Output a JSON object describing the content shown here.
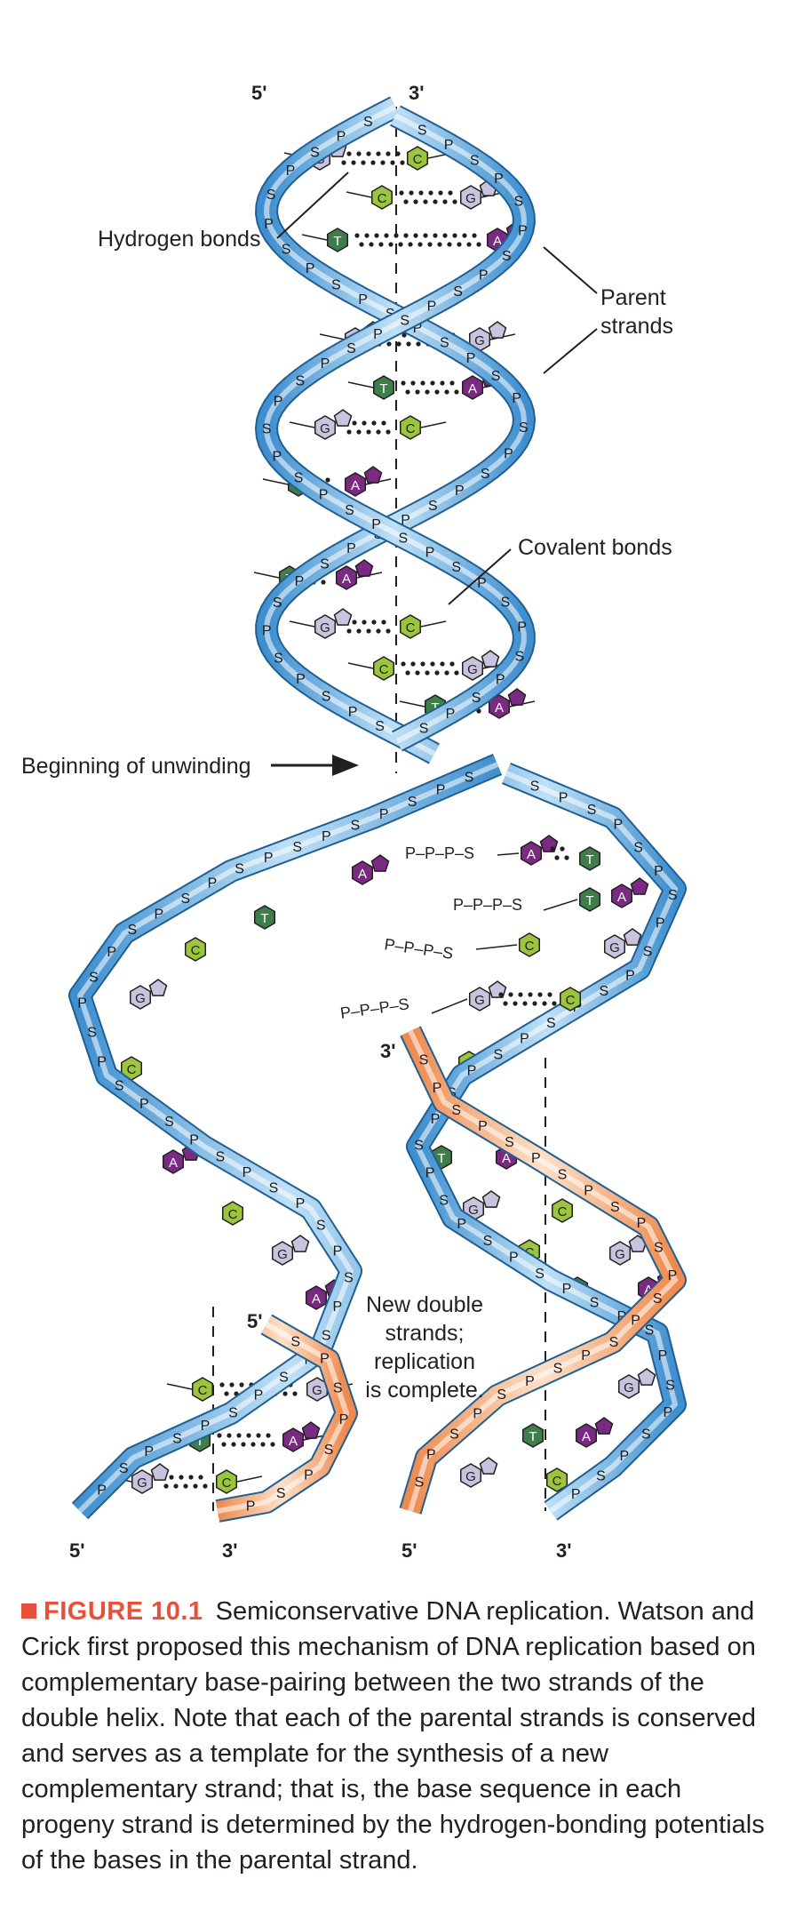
{
  "labels": {
    "five_prime": "5'",
    "three_prime": "3'",
    "hydrogen_bonds": "Hydrogen bonds",
    "parent_strands_1": "Parent",
    "parent_strands_2": "strands",
    "covalent_bonds": "Covalent bonds",
    "beginning_unwinding": "Beginning of unwinding",
    "new_double_1": "New double",
    "new_double_2": "strands;",
    "new_double_3": "replication",
    "new_double_4": "is complete.",
    "nucleotide_ppps": "P–P–P–S"
  },
  "backbone": {
    "sugar": "S",
    "phosphate": "P"
  },
  "bases": {
    "A": "A",
    "T": "T",
    "G": "G",
    "C": "C"
  },
  "colors": {
    "parent_strand": "#4a9ad4",
    "parent_strand_light": "#a9d1ef",
    "new_strand": "#f0915a",
    "new_strand_light": "#fbd2b4",
    "adenine": "#7b2a84",
    "thymine": "#3f7d4a",
    "guanine": "#c9c3dd",
    "cytosine": "#9bc53d",
    "accent": "#e8503a"
  },
  "caption": {
    "figure_label": "FIGURE 10.1",
    "text": "Semiconservative DNA replication. Watson and Crick first proposed this mechanism of DNA replication based on complementary base-pairing between the two strands of the double helix. Note that each of the parental strands is conserved and serves as a template for the synthesis of a new complementary strand; that is, the base sequence in each progeny strand is determined by the hydrogen-bonding potentials of the bases in the parental strand."
  }
}
